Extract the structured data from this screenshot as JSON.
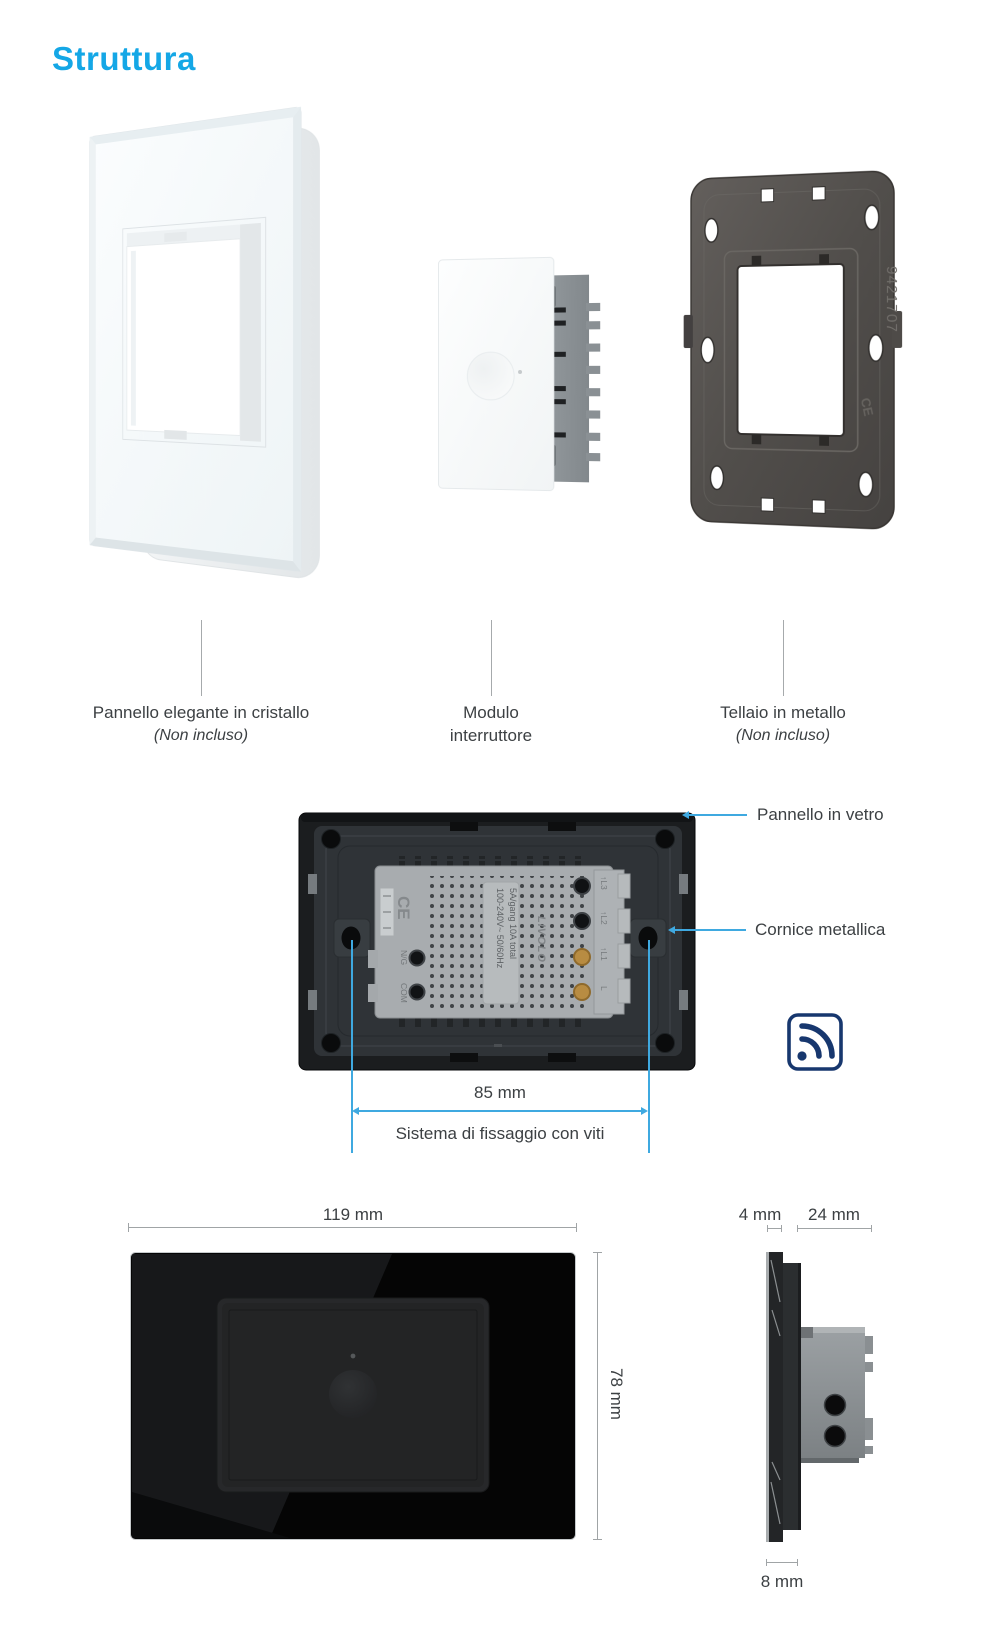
{
  "page": {
    "title": "Struttura"
  },
  "colors": {
    "accent_blue": "#14a7e6",
    "callout_blue": "#3fa9e0",
    "icon_navy": "#17376e",
    "measure_gray": "#a0a4a6",
    "label_text": "#3c4043"
  },
  "exploded": {
    "items": [
      {
        "line1": "Pannello elegante in cristallo",
        "line2": "(Non incluso)"
      },
      {
        "line1": "Modulo",
        "line2": "interruttore"
      },
      {
        "line1": "Tellaio in metallo",
        "line2": "(Non incluso)"
      }
    ]
  },
  "metal_frame": {
    "serial": "9421707",
    "ce": "CE"
  },
  "back_view": {
    "callout_glass": "Pannello in vetro",
    "callout_frame": "Cornice metallica",
    "dim_label": "85 mm",
    "fixing_label": "Sistema di fissaggio con viti",
    "module": {
      "ce": "CE",
      "brand": "LIVOLO",
      "spec_line1": "100-240V~  50/60Hz",
      "spec_line2": "5A/gang 10A total",
      "terminals_right": [
        "↑L3",
        "↑L2",
        "↑L1",
        "L"
      ],
      "terminals_left": [
        "N/G",
        "COM"
      ]
    },
    "rf_icon": "rf-remote-signal"
  },
  "front_view": {
    "width_label": "119 mm",
    "height_label": "78 mm"
  },
  "side_view": {
    "glass_label": "4 mm",
    "module_label": "24 mm",
    "panel_label": "8 mm"
  }
}
